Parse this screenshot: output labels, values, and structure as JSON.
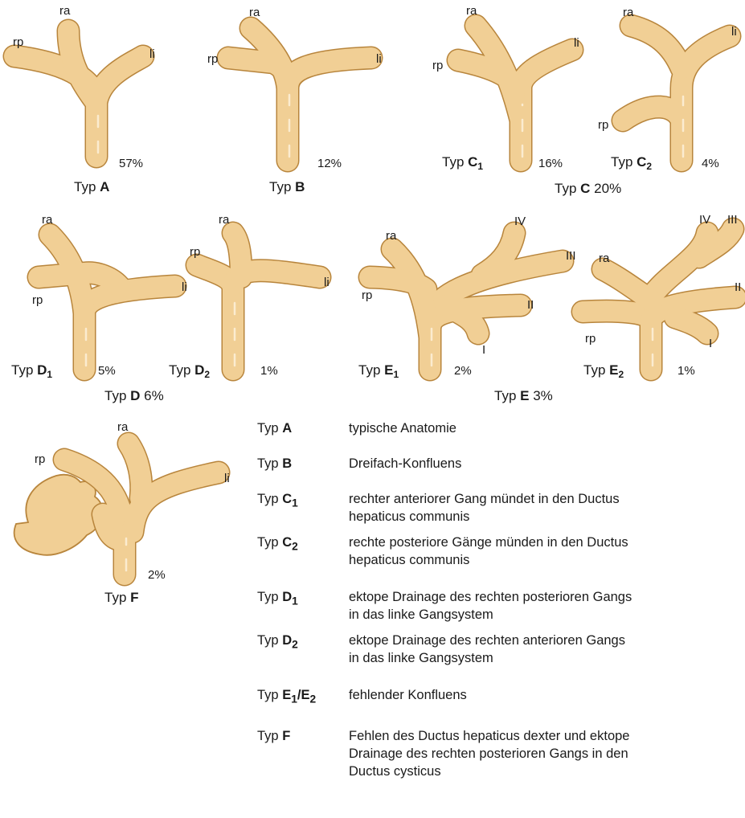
{
  "labels": {
    "ra": "ra",
    "rp": "rp",
    "li": "li",
    "I": "I",
    "II": "II",
    "III": "III",
    "IV": "IV",
    "typ_word": "Typ"
  },
  "types": {
    "A": {
      "letter": "A",
      "pct": "57%"
    },
    "B": {
      "letter": "B",
      "pct": "12%"
    },
    "C1": {
      "letter": "C",
      "sub": "1",
      "pct": "16%"
    },
    "C2": {
      "letter": "C",
      "sub": "2",
      "pct": "4%"
    },
    "D1": {
      "letter": "D",
      "sub": "1",
      "pct": "5%"
    },
    "D2": {
      "letter": "D",
      "sub": "2",
      "pct": "1%"
    },
    "E1": {
      "letter": "E",
      "sub": "1",
      "pct": "2%"
    },
    "E2": {
      "letter": "E",
      "sub": "2",
      "pct": "1%"
    },
    "F": {
      "letter": "F",
      "pct": "2%"
    }
  },
  "groups": {
    "C": {
      "letter": "C",
      "pct": "20%"
    },
    "D": {
      "letter": "D",
      "pct": "6%"
    },
    "E": {
      "letter": "E",
      "pct": "3%"
    }
  },
  "legend": {
    "A": {
      "key_prefix": "Typ ",
      "key_letter": "A",
      "key_sub": "",
      "text": [
        "typische Anatomie"
      ]
    },
    "B": {
      "key_prefix": "Typ ",
      "key_letter": "B",
      "key_sub": "",
      "text": [
        "Dreifach-Konfluens"
      ]
    },
    "C1": {
      "key_prefix": "Typ ",
      "key_letter": "C",
      "key_sub": "1",
      "text": [
        "rechter anteriorer Gang mündet in den Ductus",
        "hepaticus communis"
      ]
    },
    "C2": {
      "key_prefix": "Typ ",
      "key_letter": "C",
      "key_sub": "2",
      "text": [
        "rechte posteriore Gänge münden in den Ductus",
        "hepaticus communis"
      ]
    },
    "D1": {
      "key_prefix": "Typ ",
      "key_letter": "D",
      "key_sub": "1",
      "text": [
        "ektope Drainage des rechten posterioren Gangs",
        "in das linke Gangsystem"
      ]
    },
    "D2": {
      "key_prefix": "Typ ",
      "key_letter": "D",
      "key_sub": "2",
      "text": [
        "ektope Drainage des rechten anterioren Gangs",
        "in das linke Gangsystem"
      ]
    },
    "E": {
      "key_prefix": "Typ ",
      "key_text": "E1/E2",
      "text": [
        "fehlender Konfluens"
      ]
    },
    "F": {
      "key_prefix": "Typ ",
      "key_letter": "F",
      "key_sub": "",
      "text": [
        "Fehlen des Ductus hepaticus dexter und ektope",
        "Drainage des rechten posterioren Gangs in den",
        "Ductus cysticus"
      ]
    }
  },
  "colors": {
    "duct_fill": "#f1cf95",
    "duct_edge": "#b8853c",
    "highlight": "#fbecd0"
  }
}
